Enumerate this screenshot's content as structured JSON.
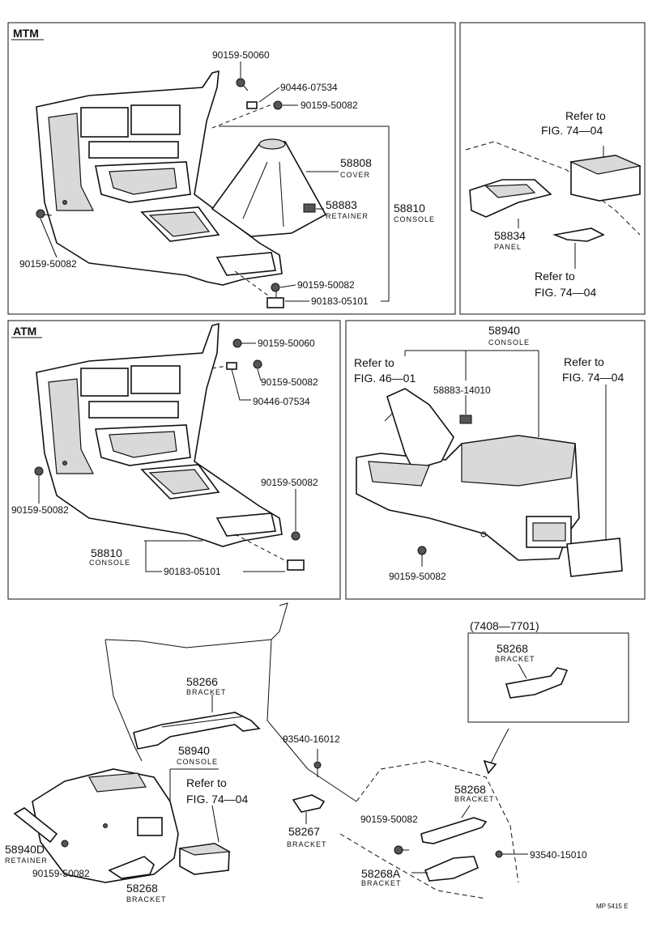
{
  "panels": {
    "mtm": {
      "title": "MTM",
      "labels": {
        "a": "90159-50060",
        "b": "90446-07534",
        "c": "90159-50082",
        "d_num": "58808",
        "d_name": "COVER",
        "e_num": "58883",
        "e_name": "RETAINER",
        "f_num": "58810",
        "f_name": "CONSOLE",
        "g": "90159-50082",
        "h": "90159-50082",
        "i": "90183-05101"
      }
    },
    "ref1": {
      "ref_top_1": "Refer to",
      "ref_top_2": "FIG. 74—04",
      "panel_num": "58834",
      "panel_name": "PANEL",
      "ref_bot_1": "Refer to",
      "ref_bot_2": "FIG. 74—04"
    },
    "atm": {
      "title": "ATM",
      "labels": {
        "a": "90159-50060",
        "b": "90159-50082",
        "c": "90446-07534",
        "d": "90159-50082",
        "e": "90159-50082",
        "f_num": "58810",
        "f_name": "CONSOLE",
        "g": "90183-05101"
      }
    },
    "console": {
      "num": "58940",
      "name": "CONSOLE",
      "ref_left_1": "Refer to",
      "ref_left_2": "FIG. 46—01",
      "ret": "58883-14010",
      "ref_right_1": "Refer to",
      "ref_right_2": "FIG. 74—04",
      "screw": "90159-50082"
    },
    "bottom": {
      "range": "(7408—7701)",
      "inset_num": "58268",
      "inset_name": "BRACKET",
      "br1_num": "58266",
      "br1_name": "BRACKET",
      "cons_num": "58940",
      "cons_name": "CONSOLE",
      "ref_1": "Refer to",
      "ref_2": "FIG. 74—04",
      "bolt": "93540-16012",
      "br2_num": "58267",
      "br2_name": "BRACKET",
      "br3_num": "58268",
      "br3_name": "BRACKET",
      "screw1": "90159-50082",
      "screw2": "93540-15010",
      "br4_num": "58268A",
      "br4_name": "BRACKET",
      "ret_num": "58940D",
      "ret_name": "RETAINER",
      "screw3": "90159-50082",
      "br5_num": "58268",
      "br5_name": "BRACKET",
      "code": "MP 5415 E"
    }
  }
}
